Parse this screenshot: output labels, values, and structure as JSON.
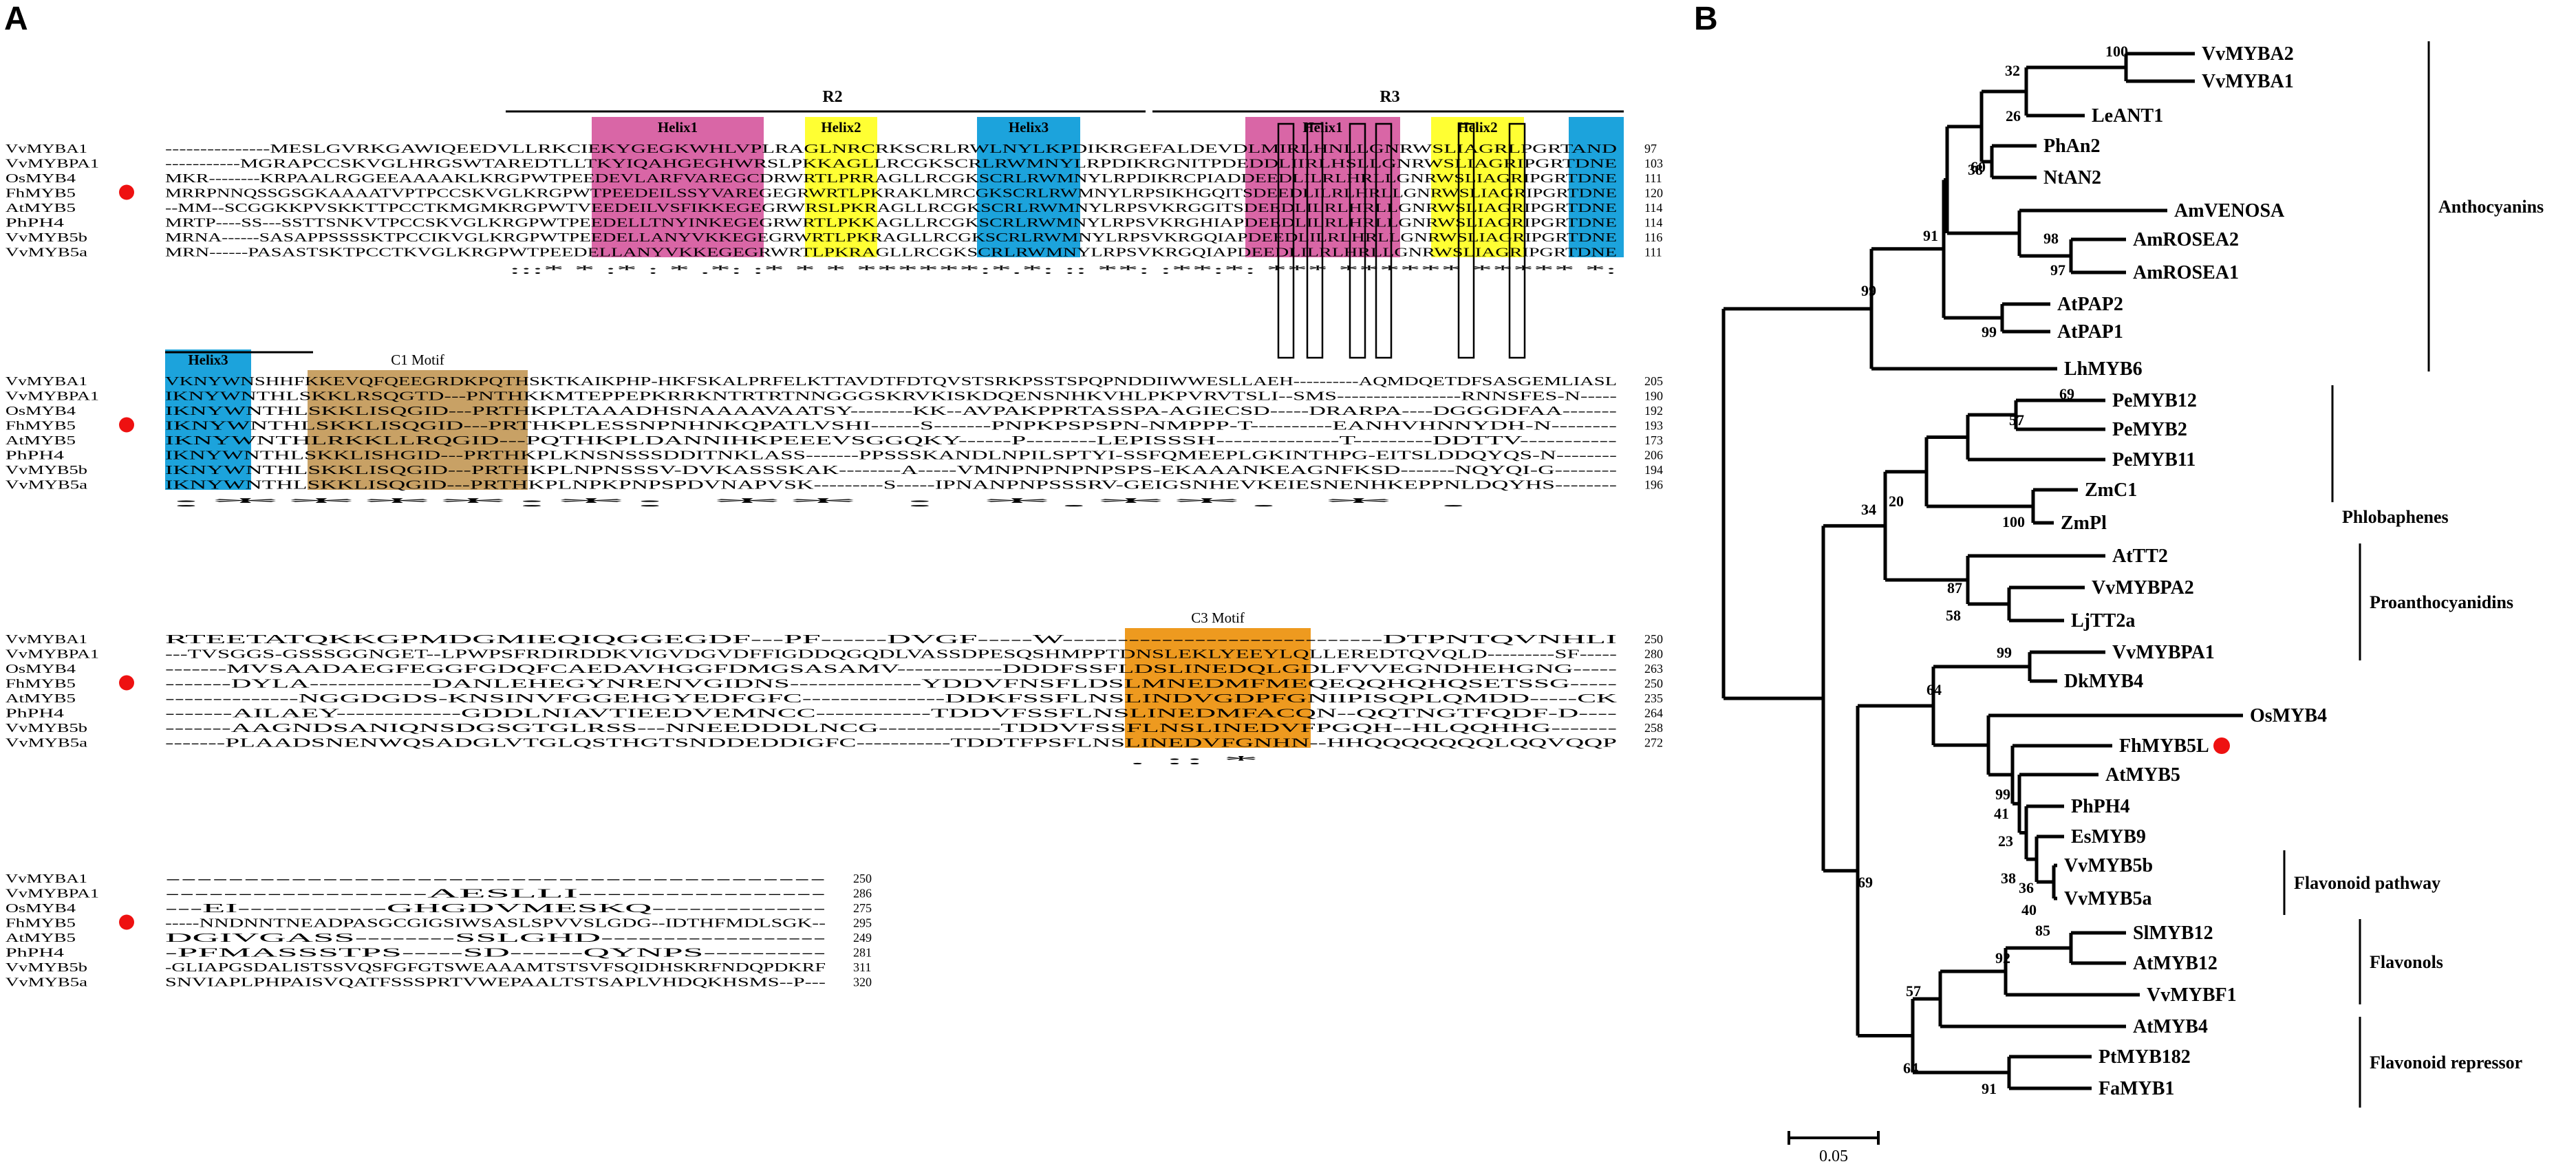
{
  "panel_a": {
    "letter": "A",
    "regions": [
      {
        "label": "R2"
      },
      {
        "label": "R3"
      }
    ],
    "feature_labels": [
      "Helix1",
      "Helix2",
      "Helix3",
      "Helix1",
      "Helix2",
      "Helix3",
      "C1 Motif",
      "C3 Motif"
    ],
    "colors": {
      "helix1": "#d966a6",
      "helix2": "#ffff33",
      "helix3": "#1ca3dc",
      "c1_motif": "#c8a165",
      "c3_motif": "#ee9a1f",
      "marker": "#ee1111"
    },
    "marked_sequence": "FhMYB5",
    "blocks": [
      {
        "rows": [
          {
            "name": "VvMYBA1",
            "seq": "---------------MESLGVRKGAWIQEEDVLLRKCIEKYGEGKWHLVPLRAGLNRCRKSCRLRWLNYLKPDIKRGEFALDEVDLMIRLHNLLGNRWSLIAGRLPGRTAND",
            "num": "97"
          },
          {
            "name": "VvMYBPA1",
            "seq": "-----------MGRAPCCSKVGLHRGSWTAREDTLLTKYIQAHGEGHWRSLPKKAGLLRCGKSCRLRWMNYLRPDIKRGNITPDEDDLIIRLHSLLGNRWSLIAGRIPGRTDNE",
            "num": "103"
          },
          {
            "name": "OsMYB4",
            "seq": "MKR--------KRPAALRGGEEAAAAKLKRGPWTPEEDEVLARFVAREGCDRWRTLPRRAGLLRCGKSCRLRWMNYLRPDIKRCPIADDEEDLILRLHRLLGNRWSLIAGRIPGRTDNE",
            "num": "111"
          },
          {
            "name": "FhMYB5",
            "seq": "MRRPNNQSSGSGKAAAATVPTPCCSKVGLKRGPWTPEEDEILSSYVAREGEGRWRTLPKRAKLMRCGKSCRLRWMNYLRPSIKHGQITSDEEDLILRLHRLLGNRWSLIAGRIPGRTDNE",
            "num": "120"
          },
          {
            "name": "AtMYB5",
            "seq": "--MM--SCGGKKPVSKKTTPCCTKMGMKRGPWTVEEDEILVSFIKKEGEGRWRSLPKRAGLLRCGKSCRLRWMNYLRPSVKRGGITSDEEDLILRLHRLLGNRWSLIAGRIPGRTDNE",
            "num": "114"
          },
          {
            "name": "PhPH4",
            "seq": "MRTP----SS---SSTTSNKVTPCCSKVGLKRGPWTPEEDELLTNYINKEGEGRWRTLPKKAGLLRCGKSCRLRWMNYLRPSVKRGHIAPDEEDLILRLHRLLGNRWSLIAGRIPGRTDNE",
            "num": "114"
          },
          {
            "name": "VvMYB5b",
            "seq": "MRNA------SASAPPSSSSKTPCCIKVGLKRGPWTPEEDELLANYVKKEGEGRWRTLPKRAGLLRCGKSCRLRWMNYLRPSVKRGQIAPDEEDLILRLHRLLGNRWSLIAGRIPGRTDNE",
            "num": "116"
          },
          {
            "name": "VvMYB5a",
            "seq": "MRN------PASASTSKTPCCTKVGLKRGPWTPEEDELLANYVKKEGEGRWRTLPKRAGLLRCGKSCRLRWMNYLRPSVKRGQIAPDEEDLILRLHRLLGNRWSLIAGRIPGRTDNE",
            "num": "111"
          }
        ],
        "consensus": ":::* * :* : * .*: :* * * ******:*.*: :: **: :**:*: *** ****** ***** *:"
      },
      {
        "rows": [
          {
            "name": "VvMYBA1",
            "seq": "VKNYWNSHHFKKEVQFQEEGRDKPQTHSKTKAIKPHP-HKFSKALPRFELKTTAVDTFDTQVSTSRKPSSTSPQPNDDIIWWESLLAEH----------AQMDQETDFSASGEMLIASL",
            "num": "205"
          },
          {
            "name": "VvMYBPA1",
            "seq": "IKNYWNTHLSKKLRSQGTD---PNTHKKMTEPPEPKRRKNTRTRTNNGGGSKRVKISKDQENSNHKVHLPKPVRVTSLI--SMS-----------------RNNSFES-N-----",
            "num": "190"
          },
          {
            "name": "OsMYB4",
            "seq": "IKNYWNTHLSKKLISQGID---PRTHKPLTAAADHSNAAAAVAATSY--------KK--AVPAKPPRTASSPA-AGIECSD-----DRARPA----DGGGDFAA-------",
            "num": "192"
          },
          {
            "name": "FhMYB5",
            "seq": "IKNYWNTHLSKKLISQGID---PRTHKPLESSNPNHNKQPATLVSHI------S-------PNPKPSPSPN-NMPPP-T----------EANHVHNNYDH-N--------",
            "num": "193"
          },
          {
            "name": "AtMYB5",
            "seq": "IKNYWNTHLRKKLLRQGID---PQTHKPLDANNIHKPEEEVSGGQKY------P--------LEPISSSH--------------T---------DDTTV-----------",
            "num": "173"
          },
          {
            "name": "PhPH4",
            "seq": "IKNYWNTHLSKKLISHGID---PRTHKPLKNSNSSSDDITNKLASS-------PPSSSKANDLNPILSPTYI-SSFQMEEPLGKINTHPG-EITSLDDQYQS-N--------",
            "num": "206"
          },
          {
            "name": "VvMYB5b",
            "seq": "IKNYWNTHLSKKLISQGID---PRTHKPLNPNSSSV-DVKASSSKAK--------A-----VMNPNPNPNPSPS-EKAAANKEAGNFKSD-------NQYQI-G--------",
            "num": "194"
          },
          {
            "name": "VvMYB5a",
            "seq": "IKNYWNTHLSKKLISQGID---PRTHKPLNPKPNPSPDVNAPVSK---------S-----IPNANPNPSSSRV-GEIGSNHEVKEIESNENHKEPPNLDQYHS--------",
            "num": "196"
          }
        ],
        "consensus": ":****:*: ** : *.**. * ."
      },
      {
        "rows": [
          {
            "name": "VvMYBA1",
            "seq": "RTEETATQKKGPMDGMIEQIQGGEGDF---PF------DVGF-----W-----------------------------DTPNTQVNHLI",
            "num": "250"
          },
          {
            "name": "VvMYBPA1",
            "seq": "---TVSGGS-GSSSGGNGET--LPWPSFRDIRDDKVIGVDGVDFFIGDDQGQDLVASSDPESQSHMPPTDNSLEKLYEEYLQLLEREDTQVQLD---------SF-----",
            "num": "280"
          },
          {
            "name": "OsMYB4",
            "seq": "-------MVSAADAEGFEGGFGDQFCAEDAVHGGFDMGSASAMV------------DDDFSSFLDSLINEDQLGDLFVVEGNDHEHGNG-----",
            "num": "263"
          },
          {
            "name": "FhMYB5",
            "seq": "-------DYLA-------------DANLEHEGYNRENVGIDNS--------------YDDVFNSFLDSLMNEDMFMEQEQQHQHQSETSSG-----",
            "num": "250"
          },
          {
            "name": "AtMYB5",
            "seq": "--------------NGGDGDS-KNSINVFGGEHGYEDFGFC---------------DDKFSSFLNSLINDVGDPFGNIIPISQPLQMDD-----CK",
            "num": "235"
          },
          {
            "name": "PhPH4",
            "seq": "-------AILAEY-------------GDDLNIAVTIEEDVEMNCC------------TDDVFSSFLNSLINEDMFACQN--QQTNGTFQDF-D----",
            "num": "264"
          },
          {
            "name": "VvMYB5b",
            "seq": "-------AAGNDSANIQNSDGSGTGLRSS---NNEEDDDLNCG-------------TDDVFSSFLNSLINEDVFPGQH--HLQQHHG-------",
            "num": "258"
          },
          {
            "name": "VvMYB5a",
            "seq": "-------PLAADSNENWQSADGLVTGLQSTHGTSNDDEDDIGFC-----------TDDTFPSFLNSLINEDVFGNHN--HHQQQQQQQLQQVQQP",
            "num": "272"
          }
        ],
        "consensus": ". :: *"
      },
      {
        "rows": [
          {
            "name": "VvMYBA1",
            "seq": "------------------------------------------",
            "num": "250"
          },
          {
            "name": "VvMYBPA1",
            "seq": "------------------AESLLI-----------------",
            "num": "286"
          },
          {
            "name": "OsMYB4",
            "seq": "---EI------------GHGDVMESKQ--------------",
            "num": "275"
          },
          {
            "name": "FhMYB5",
            "seq": "-----NNDNNTNEADPASGCGIGSIWSASLSPVVSLGDG--IDTHFMDLSGK--",
            "num": "295"
          },
          {
            "name": "AtMYB5",
            "seq": "DGIVGASS--------SSLGHD------------------",
            "num": "249"
          },
          {
            "name": "PhPH4",
            "seq": "-PFMASSSTPS-----SD------QYNPS----------",
            "num": "281"
          },
          {
            "name": "VvMYB5b",
            "seq": "-GLIAPGSDALISTSSVQSFGFGTSWEAAAMTSTSVFSQIDHSKRFNDQPDKRF",
            "num": "311"
          },
          {
            "name": "VvMYB5a",
            "seq": "SNVIAPLPHPAISVQATFSSSPRTVWEPAALTSTSAPLVHDQKHSMS--P---",
            "num": "320"
          }
        ]
      }
    ]
  },
  "panel_b": {
    "letter": "B",
    "taxa": [
      "VvMYBA2",
      "VvMYBA1",
      "LeANT1",
      "PhAn2",
      "NtAN2",
      "AmVENOSA",
      "AmROSEA2",
      "AmROSEA1",
      "AtPAP2",
      "AtPAP1",
      "LhMYB6",
      "PeMYB12",
      "PeMYB2",
      "PeMYB11",
      "ZmC1",
      "ZmPl",
      "AtTT2",
      "VvMYBPA2",
      "LjTT2a",
      "VvMYBPA1",
      "DkMYB4",
      "OsMYB4",
      "FhMYB5L",
      "AtMYB5",
      "PhPH4",
      "EsMYB9",
      "VvMYB5b",
      "VvMYB5a",
      "SlMYB12",
      "AtMYB12",
      "VvMYBF1",
      "AtMYB4",
      "PtMYB182",
      "FaMYB1"
    ],
    "bootstrap": [
      "100",
      "32",
      "26",
      "60",
      "38",
      "98",
      "97",
      "91",
      "99",
      "99",
      "69",
      "57",
      "20",
      "100",
      "34",
      "87",
      "58",
      "99",
      "64",
      "99",
      "41",
      "23",
      "38",
      "36",
      "40",
      "85",
      "92",
      "57",
      "64",
      "91",
      "69"
    ],
    "groups": [
      "Anthocyanins",
      "Phlobaphenes",
      "Proanthocyanidins",
      "Flavonoid pathway",
      "Flavonols",
      "Flavonoid repressor"
    ],
    "highlighted_taxon": "FhMYB5L",
    "marker_color": "#ee1111",
    "scale_label": "0.05"
  }
}
